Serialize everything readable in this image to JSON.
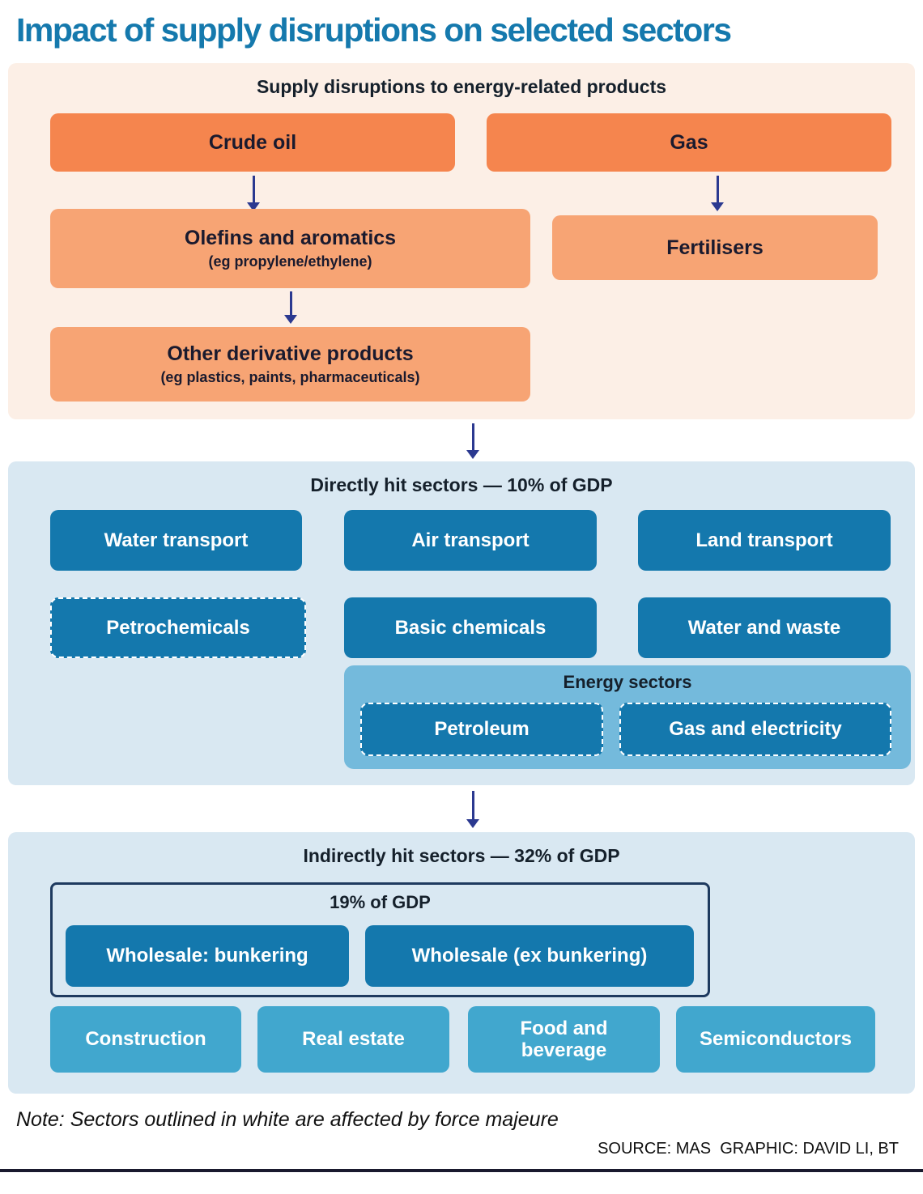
{
  "title": "Impact of supply disruptions on selected sectors",
  "colors": {
    "title_blue": "#1579AD",
    "peach_bg": "#FCEFE6",
    "orange_dark": "#F5854E",
    "orange_light": "#F7A474",
    "blue_bg": "#D9E8F2",
    "box_blue_dark": "#1478AD",
    "box_blue_light": "#41A7CE",
    "energy_panel_blue": "#74BADC",
    "arrow_navy": "#2B3990",
    "group_outline_navy": "#1E3A5F"
  },
  "supply": {
    "header": "Supply disruptions to energy-related products",
    "crude_oil": "Crude oil",
    "gas": "Gas",
    "olefins": {
      "title": "Olefins and aromatics",
      "sub": "(eg propylene/ethylene)"
    },
    "fertilisers": "Fertilisers",
    "derivatives": {
      "title": "Other derivative products",
      "sub": "(eg plastics, paints, pharmaceuticals)"
    }
  },
  "direct": {
    "header": "Directly hit sectors  —  10% of GDP",
    "row1": [
      "Water transport",
      "Air transport",
      "Land transport"
    ],
    "row2": [
      "Petrochemicals",
      "Basic chemicals",
      "Water and waste"
    ],
    "energy": {
      "header": "Energy sectors",
      "items": [
        "Petroleum",
        "Gas and electricity"
      ]
    }
  },
  "indirect": {
    "header": "Indirectly hit sectors  —  32% of GDP",
    "wholesale": {
      "header": "19% of GDP",
      "items": [
        "Wholesale: bunkering",
        "Wholesale (ex bunkering)"
      ]
    },
    "row": [
      "Construction",
      "Real estate",
      "Food and beverage",
      "Semiconductors"
    ]
  },
  "note": "Note: Sectors outlined in white are affected by force majeure",
  "source": "SOURCE: MAS  GRAPHIC: DAVID LI, BT"
}
